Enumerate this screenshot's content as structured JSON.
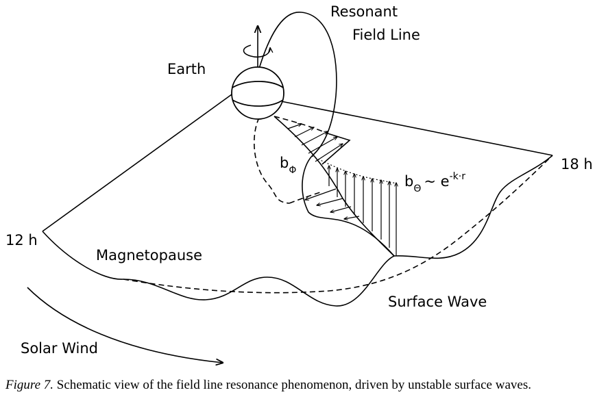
{
  "labels": {
    "resonant": "Resonant",
    "field_line": "Field Line",
    "earth": "Earth",
    "b_phi_main": "b",
    "b_phi_sub": "Φ",
    "b_theta_main": "b",
    "b_theta_sub": "Θ",
    "b_theta_rel": "~ e",
    "b_theta_sup": "-k·r",
    "h12": "12 h",
    "h18": "18 h",
    "magnetopause": "Magnetopause",
    "surface_wave": "Surface Wave",
    "solar_wind": "Solar Wind"
  },
  "caption": {
    "figure": "Figure 7.",
    "text": " Schematic view of the field line resonance phenomenon, driven by unstable surface waves."
  }
}
